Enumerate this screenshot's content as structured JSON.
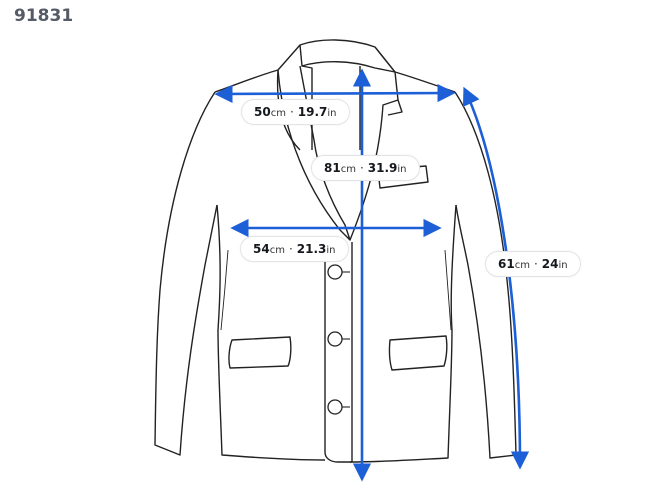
{
  "product_code": "91831",
  "colors": {
    "outline": "#222222",
    "arrow": "#1c5fd6"
  },
  "measurements": [
    {
      "id": "shoulder",
      "cm_value": "50",
      "cm_unit": "cm",
      "in_value": "19.7",
      "in_unit": "in"
    },
    {
      "id": "length",
      "cm_value": "81",
      "cm_unit": "cm",
      "in_value": "31.9",
      "in_unit": "in"
    },
    {
      "id": "chest",
      "cm_value": "54",
      "cm_unit": "cm",
      "in_value": "21.3",
      "in_unit": "in"
    },
    {
      "id": "sleeve",
      "cm_value": "61",
      "cm_unit": "cm",
      "in_value": "24",
      "in_unit": "in"
    }
  ]
}
